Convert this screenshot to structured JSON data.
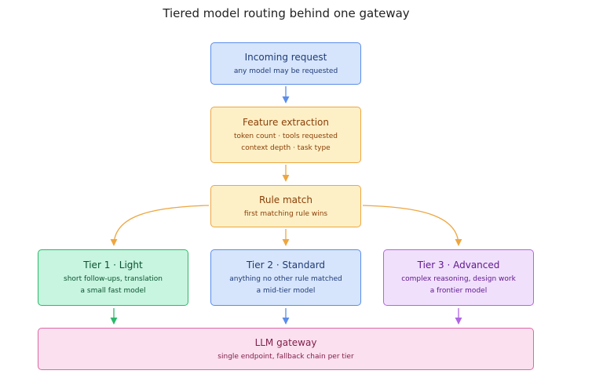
{
  "title": "Tiered model routing behind one gateway",
  "nodes": {
    "incoming": {
      "title": "Incoming request",
      "lines": [
        "any model may be requested"
      ]
    },
    "features": {
      "title": "Feature extraction",
      "lines": [
        "token count · tools requested",
        "context depth · task type"
      ]
    },
    "rule": {
      "title": "Rule match",
      "lines": [
        "first matching rule wins"
      ]
    },
    "tier1": {
      "title": "Tier 1 · Light",
      "lines": [
        "short follow-ups, translation",
        "a small fast model"
      ]
    },
    "tier2": {
      "title": "Tier 2 · Standard",
      "lines": [
        "anything no other rule matched",
        "a mid-tier model"
      ]
    },
    "tier3": {
      "title": "Tier 3 · Advanced",
      "lines": [
        "complex reasoning, design work",
        "a frontier model"
      ]
    },
    "gateway": {
      "title": "LLM gateway",
      "lines": [
        "single endpoint, fallback chain per tier"
      ]
    }
  },
  "colors": {
    "blue": "#5b8dea",
    "yellow": "#eda640",
    "green": "#2cb86a",
    "purple": "#b065e3",
    "pink": "#dd68a5"
  }
}
